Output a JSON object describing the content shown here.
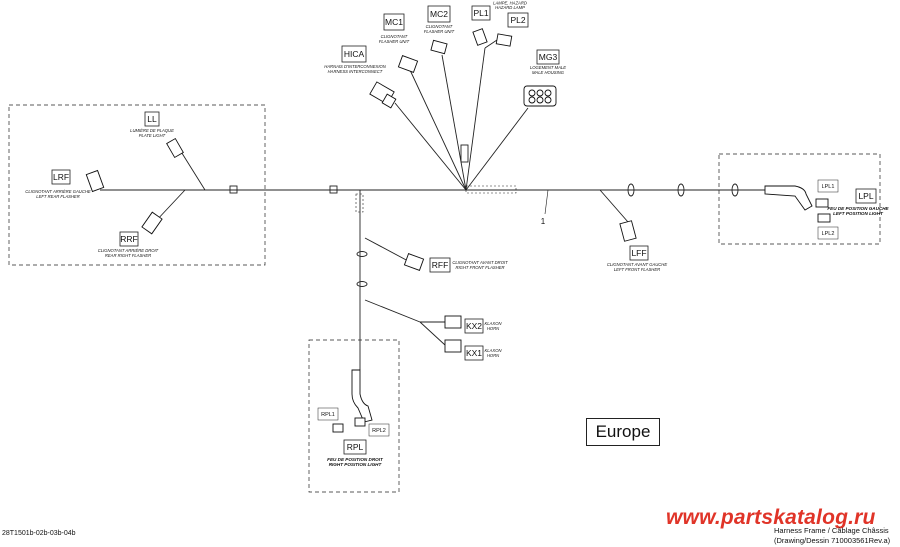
{
  "region_label": "Europe",
  "drawing_code": "28T1501b-02b-03b-04b",
  "title_line1": "Harness Frame / Câblage Châssis",
  "title_line2": "(Drawing/Dessin 710003561Rev.a)",
  "watermark": "www.partskatalog.ru",
  "callout_number": "1",
  "components": {
    "MC1": {
      "code": "MC1",
      "fr": "CLIGNOTANT",
      "en": "FLASHER UNIT"
    },
    "MC2": {
      "code": "MC2",
      "fr": "CLIGNOTANT",
      "en": "FLASHER UNIT"
    },
    "PL1": {
      "code": "PL1"
    },
    "PL2": {
      "code": "PL2",
      "fr": "LAMPE, HAZARD",
      "en": "HAZARD LAMP"
    },
    "HICA": {
      "code": "HICA",
      "fr": "HARNAIS D'INTERCONNEXION",
      "en": "HARNESS INTERCONNECT"
    },
    "MG3": {
      "code": "MG3",
      "fr": "LOGEMENT MALE",
      "en": "MALE HOUSING"
    },
    "LL": {
      "code": "LL",
      "fr": "LUMIÈRE DE PLAQUE",
      "en": "PLATE LIGHT"
    },
    "LRF": {
      "code": "LRF",
      "fr": "CLIGNOTANT ARRIÈRE GAUCHE",
      "en": "LEFT REAR FLASHER"
    },
    "RRF": {
      "code": "RRF",
      "fr": "CLIGNOTANT ARRIÈRE DROIT",
      "en": "REAR RIGHT FLASHER"
    },
    "RFF": {
      "code": "RFF",
      "fr": "CLIGNOTANT AVANT DROIT",
      "en": "RIGHT FRONT FLASHER"
    },
    "LFF": {
      "code": "LFF",
      "fr": "CLIGNOTANT AVANT GAUCHE",
      "en": "LEFT FRONT FLASHER"
    },
    "KX2": {
      "code": "KX2",
      "fr": "KLAXON",
      "en": "HORN"
    },
    "KX1": {
      "code": "KX1",
      "fr": "KLAXON",
      "en": "HORN"
    },
    "LPL": {
      "code": "LPL",
      "fr": "FEU DE POSITION GAUCHE",
      "en": "LEFT POSITION LIGHT"
    },
    "LPL1": {
      "code": "LPL1"
    },
    "LPL2": {
      "code": "LPL2"
    },
    "RPL": {
      "code": "RPL",
      "fr": "FEU DE POSITION DROIT",
      "en": "RIGHT POSITION LIGHT"
    },
    "RPL1": {
      "code": "RPL1"
    },
    "RPL2": {
      "code": "RPL2"
    }
  }
}
